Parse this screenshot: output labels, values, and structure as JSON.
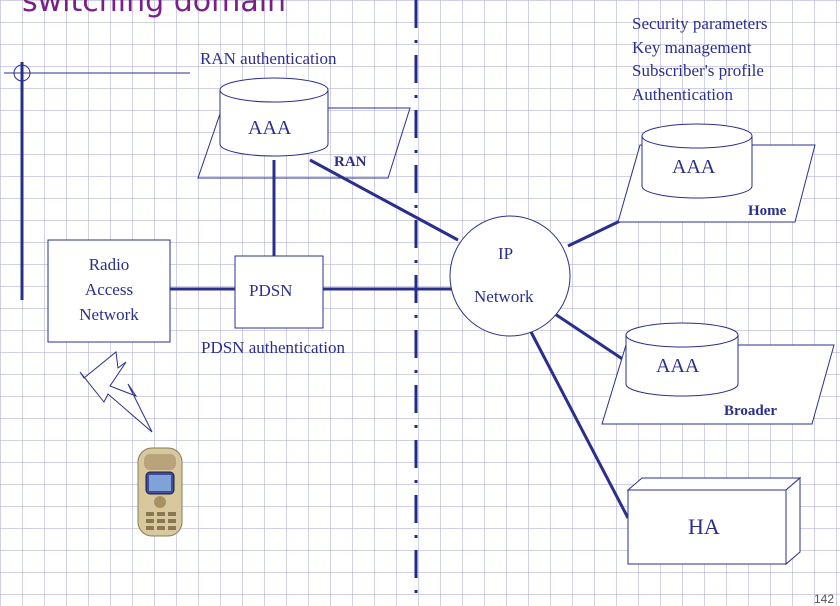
{
  "slide": {
    "title": "switching domain",
    "page_number": "142"
  },
  "labels": {
    "ran_authentication": "RAN authentication",
    "pdsn_authentication": "PDSN authentication",
    "aaa": "AAA",
    "ran_domain": "RAN",
    "home_domain": "Home",
    "broader_domain": "Broader",
    "pdsn": "PDSN",
    "ip": "IP",
    "network": "Network",
    "radio_line1": "Radio",
    "radio_line2": "Access",
    "radio_line3": "Network",
    "ha": "HA"
  },
  "security_params": [
    "Security parameters",
    "Key management",
    "Subscriber's profile",
    "Authentication"
  ],
  "colors": {
    "line": "#2b2f8c",
    "title": "#7a1f86",
    "divider": "#1f2a8a"
  },
  "icons": {
    "phone": "mobile-phone-icon",
    "signal": "lightning-bolt-icon"
  }
}
